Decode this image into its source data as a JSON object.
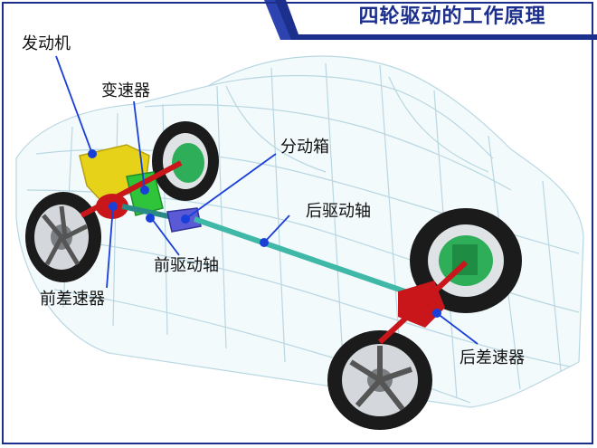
{
  "title": "四轮驱动的工作原理",
  "labels": {
    "engine": "发动机",
    "transmission": "变速器",
    "transfer_case": "分动箱",
    "rear_driveshaft": "后驱动轴",
    "front_driveshaft": "前驱动轴",
    "front_differential": "前差速器",
    "rear_differential": "后差速器"
  },
  "colors": {
    "frame": "#1c2f8c",
    "engine": "#e7d21a",
    "transmission": "#2fc43a",
    "differential": "#c8161b",
    "transfer_case": "#5a5ad6",
    "driveshaft": "#3fb8a8",
    "marker": "#1a3fd8"
  }
}
